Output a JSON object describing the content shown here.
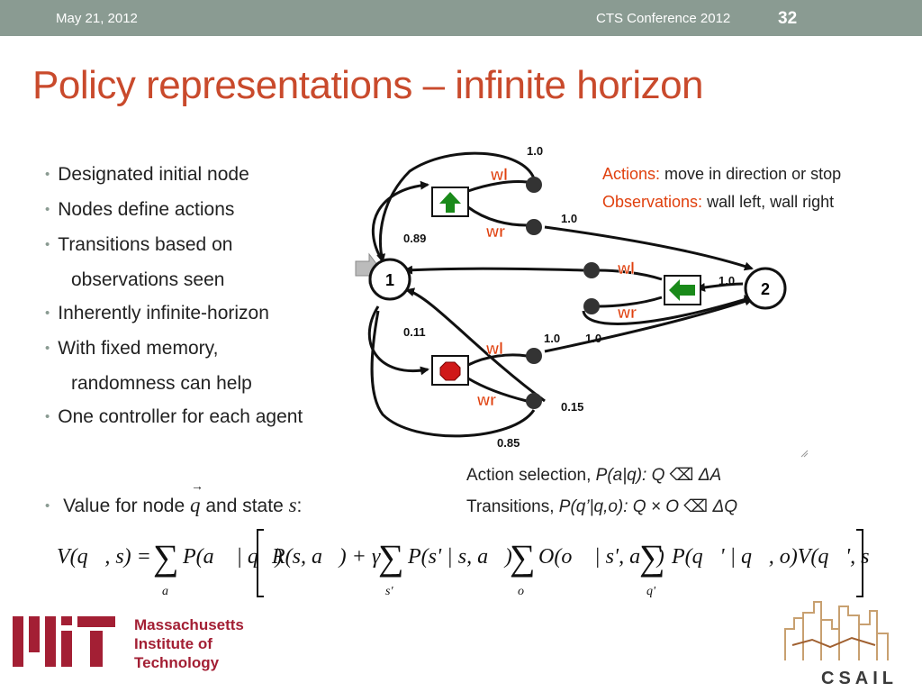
{
  "header": {
    "date": "May 21, 2012",
    "conference": "CTS Conference 2012",
    "slide_number": "32"
  },
  "title": "Policy representations – infinite horizon",
  "bullets": [
    {
      "text": "Designated initial node",
      "cont": ""
    },
    {
      "text": "Nodes define actions",
      "cont": ""
    },
    {
      "text": "Transitions based on",
      "cont": "observations seen"
    },
    {
      "text": "Inherently infinite-horizon",
      "cont": ""
    },
    {
      "text": "With fixed memory,",
      "cont": "randomness can help"
    },
    {
      "text": "One controller for each agent",
      "cont": ""
    }
  ],
  "value_bullet": {
    "prefix": "Value for node",
    "q": "q",
    "middle": "and state",
    "s": "s",
    "suffix": ":"
  },
  "legend": {
    "actions_key": "Actions:",
    "actions_value": "move in direction or stop",
    "observations_key": "Observations:",
    "observations_value": "wall left, wall right"
  },
  "formulas": {
    "action_selection": {
      "label": "Action selection,",
      "expr": "P(a|q)",
      "rest": ": Q ⌫ ΔA"
    },
    "transitions": {
      "label": "Transitions,",
      "expr": "P(q’|q,o)",
      "rest": ": Q × O ⌫ ΔQ"
    }
  },
  "diagram": {
    "node1": "1",
    "node2": "2",
    "obs": {
      "wl": "wl",
      "wr": "wr"
    },
    "probs": {
      "p_top": "1.0",
      "p_top_right": "1.0",
      "p_089": "0.89",
      "p_011": "0.11",
      "p_mid_right": "1.0",
      "p_bot_a": "1.0",
      "p_bot_b": "1.0",
      "p_015": "0.15",
      "p_085": "0.85"
    },
    "colors": {
      "obs_label": "#e0400e",
      "up_arrow": "#1a8a1a",
      "left_arrow": "#1a8a1a",
      "stop": "#d01818"
    },
    "icons": {
      "top": "up-arrow-icon",
      "middle": "left-arrow-icon",
      "bottom": "stop-octagon-icon"
    }
  },
  "equation": {
    "lhs": "V(q⃗, s) =",
    "sum_a": "a",
    "sum_s": "s'",
    "sum_o": "o",
    "sum_q": "q'"
  },
  "logos": {
    "mit": [
      "Massachusetts",
      "Institute of",
      "Technology"
    ],
    "csail": "CSAIL"
  },
  "colors": {
    "accent": "#c94a2c",
    "header_bar": "#8a9b92",
    "mit_red": "#a31f34"
  }
}
